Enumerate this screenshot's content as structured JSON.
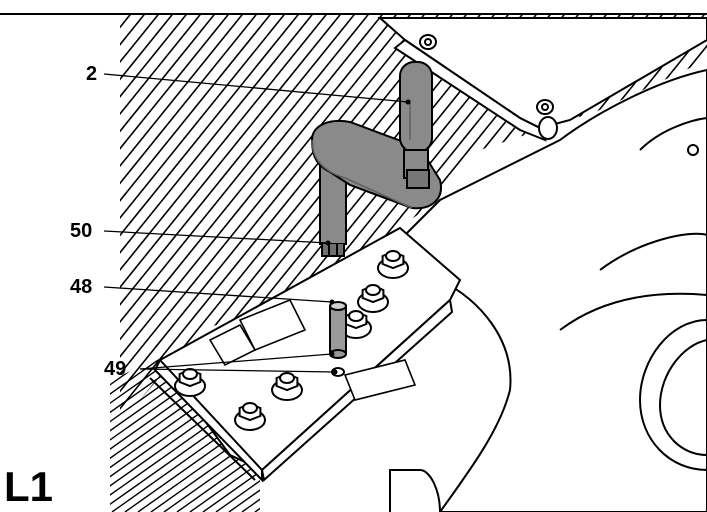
{
  "figure": {
    "id_label": "L1",
    "callouts": [
      {
        "key": "c2",
        "text": "2"
      },
      {
        "key": "c50",
        "text": "50"
      },
      {
        "key": "c48",
        "text": "48"
      },
      {
        "key": "c49",
        "text": "49"
      }
    ]
  },
  "colors": {
    "ink": "#000000",
    "paper": "#ffffff",
    "tool_fill": "#8a8a8a",
    "tool_shadow": "#5e5e5e"
  }
}
